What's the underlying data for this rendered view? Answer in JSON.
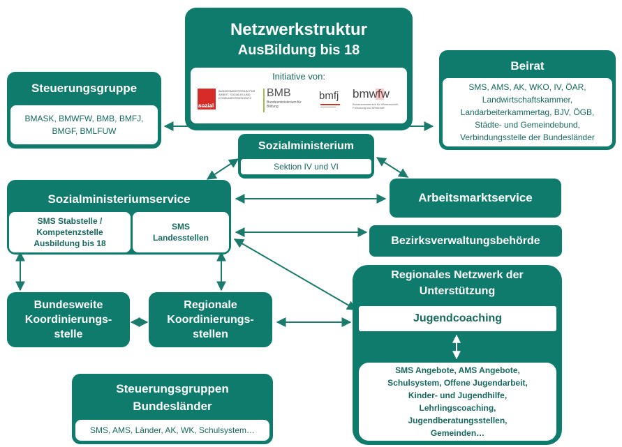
{
  "header": {
    "title": "Netzwerkstruktur",
    "subtitle": "AusBildung bis 18",
    "initiative_label": "Initiative von:",
    "logos": {
      "sozial_word": "sozial",
      "sozial_sub": "MINISTERIUM",
      "sozial_text": "BUNDESMINISTERIUM FÜR ARBEIT, SOZIALES UND KONSUMENTENSCHUTZ",
      "bmb_title": "BMB",
      "bmb_text": "Bundesministerium für Bildung",
      "bmfj_text": "bmfj",
      "bmwfw_text": "bmwfw",
      "bmwfw_sub": "Bundesministerium für Wissenschaft, Forschung und Wirtschaft"
    }
  },
  "steuerungsgruppe": {
    "title": "Steuerungsgruppe",
    "members_line1": "BMASK, BMWFW, BMB, BMFJ,",
    "members_line2": "BMGF, BMLFUW"
  },
  "beirat": {
    "title": "Beirat",
    "line1": "SMS, AMS, AK, WKO, IV, ÖAR,",
    "line2": "Landwirtschaftskammer,",
    "line3": "Landarbeiterkammertag, BJV, ÖGB,",
    "line4": "Städte- und Gemeindebund,",
    "line5": "Verbindungsstelle der Bundesländer"
  },
  "sozialministerium": {
    "title": "Sozialministerium",
    "section": "Sektion IV und VI"
  },
  "sms_service": {
    "title": "Sozialministeriumservice",
    "stabstelle_line1": "SMS Stabstelle /",
    "stabstelle_line2": "Kompetenzstelle",
    "stabstelle_line3": "Ausbildung bis 18",
    "landesstellen_line1": "SMS",
    "landesstellen_line2": "Landesstellen"
  },
  "arbeitsmarktservice": {
    "title": "Arbeitsmarktservice"
  },
  "bezirksverwaltung": {
    "title": "Bezirksverwaltungsbehörde"
  },
  "bundesweite": {
    "line1": "Bundesweite",
    "line2": "Koordinierungs-",
    "line3": "stelle"
  },
  "regionale": {
    "line1": "Regionale",
    "line2": "Koordinierungs-",
    "line3": "stellen"
  },
  "regionales_netzwerk": {
    "title_line1": "Regionales Netzwerk der",
    "title_line2": "Unterstützung",
    "jugendcoaching": "Jugendcoaching",
    "offers_line1": "SMS Angebote, AMS Angebote,",
    "offers_line2": "Schulsystem, Offene Jugendarbeit,",
    "offers_line3": "Kinder- und Jugendhilfe,",
    "offers_line4": "Lehrlingscoaching,",
    "offers_line5": "Jugendberatungsstellen,",
    "offers_line6": "Gemeinden…"
  },
  "steuerungsgruppen_laender": {
    "title_line1": "Steuerungsgruppen",
    "title_line2": "Bundesländer",
    "members": "SMS, AMS, Länder, AK, WK, Schulsystem…"
  },
  "colors": {
    "teal": "#0f7b6c",
    "inner_text": "#17695e",
    "arrow": "#1a7a6c"
  }
}
